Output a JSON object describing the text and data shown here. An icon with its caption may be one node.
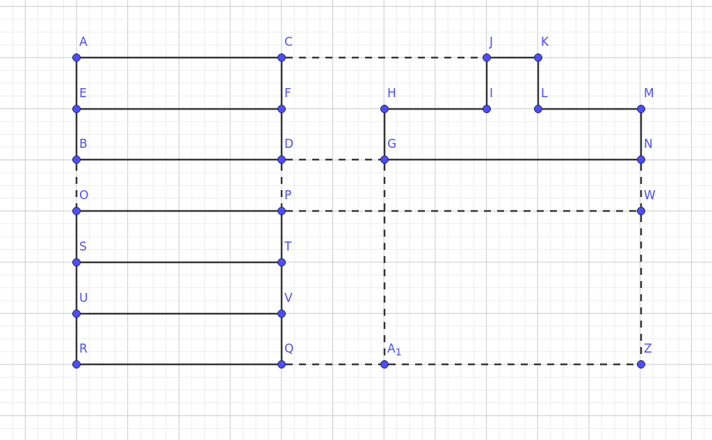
{
  "diagram": {
    "nodes": [
      {
        "text": [
          "A"
        ]
      },
      {
        "text": [
          "C"
        ]
      },
      {
        "text": [
          "J"
        ]
      },
      {
        "text": [
          "K"
        ]
      },
      {
        "text": [
          "E"
        ]
      },
      {
        "text": [
          "F"
        ]
      },
      {
        "text": [
          "H"
        ]
      },
      {
        "text": [
          "I"
        ]
      },
      {
        "text": [
          "L"
        ]
      },
      {
        "text": [
          "M"
        ]
      },
      {
        "text": [
          "B"
        ]
      },
      {
        "text": [
          "D"
        ]
      },
      {
        "text": [
          "G"
        ]
      },
      {
        "text": [
          "N"
        ]
      },
      {
        "text": [
          "O"
        ]
      },
      {
        "text": [
          "P"
        ]
      },
      {
        "text": [
          "W"
        ]
      },
      {
        "text": [
          "S"
        ]
      },
      {
        "text": [
          "T"
        ]
      },
      {
        "text": [
          "U"
        ]
      },
      {
        "text": [
          "V"
        ]
      },
      {
        "text": [
          "R"
        ]
      },
      {
        "text": [
          "Q"
        ]
      },
      {
        "text": [
          "A$_{1}$"
        ]
      },
      {
        "text": [
          "Z"
        ]
      }
    ],
    "edges": [
      {
        "from": 0,
        "to": 1,
        "arrow": "none"
      },
      {
        "from": 0,
        "to": 4,
        "arrow": "none"
      },
      {
        "from": 4,
        "to": 10,
        "arrow": "none"
      },
      {
        "from": 1,
        "to": 5,
        "arrow": "none"
      },
      {
        "from": 5,
        "to": 11,
        "arrow": "none"
      },
      {
        "from": 4,
        "to": 5,
        "arrow": "none"
      },
      {
        "from": 10,
        "to": 11,
        "arrow": "none"
      },
      {
        "from": 14,
        "to": 15,
        "arrow": "none"
      },
      {
        "from": 14,
        "to": 17,
        "arrow": "none"
      },
      {
        "from": 17,
        "to": 19,
        "arrow": "none"
      },
      {
        "from": 19,
        "to": 21,
        "arrow": "none"
      },
      {
        "from": 15,
        "to": 18,
        "arrow": "none"
      },
      {
        "from": 18,
        "to": 20,
        "arrow": "none"
      },
      {
        "from": 20,
        "to": 22,
        "arrow": "none"
      },
      {
        "from": 17,
        "to": 18,
        "arrow": "none"
      },
      {
        "from": 19,
        "to": 20,
        "arrow": "none"
      },
      {
        "from": 21,
        "to": 22,
        "arrow": "none"
      },
      {
        "from": 2,
        "to": 3,
        "arrow": "none"
      },
      {
        "from": 2,
        "to": 7,
        "arrow": "none"
      },
      {
        "from": 3,
        "to": 8,
        "arrow": "none"
      },
      {
        "from": 6,
        "to": 7,
        "arrow": "none"
      },
      {
        "from": 8,
        "to": 9,
        "arrow": "none"
      },
      {
        "from": 9,
        "to": 13,
        "arrow": "none"
      },
      {
        "from": 6,
        "to": 12,
        "arrow": "none"
      },
      {
        "from": 12,
        "to": 13,
        "arrow": "none"
      },
      {
        "from": 1,
        "to": 2,
        "arrow": "none",
        "style": "dashed"
      },
      {
        "from": 10,
        "to": 14,
        "arrow": "none",
        "style": "dashed"
      },
      {
        "from": 11,
        "to": 15,
        "arrow": "none",
        "style": "dashed"
      },
      {
        "from": 11,
        "to": 12,
        "arrow": "none",
        "style": "dashed"
      },
      {
        "from": 15,
        "to": 16,
        "arrow": "none",
        "style": "dashed"
      },
      {
        "from": 13,
        "to": 16,
        "arrow": "none",
        "style": "dashed"
      },
      {
        "from": 16,
        "to": 24,
        "arrow": "none",
        "style": "dashed"
      },
      {
        "from": 12,
        "to": 23,
        "arrow": "none",
        "style": "dashed"
      },
      {
        "from": 22,
        "to": 23,
        "arrow": "none",
        "style": "dashed"
      },
      {
        "from": 23,
        "to": 24,
        "arrow": "none",
        "style": "dashed"
      }
    ]
  }
}
